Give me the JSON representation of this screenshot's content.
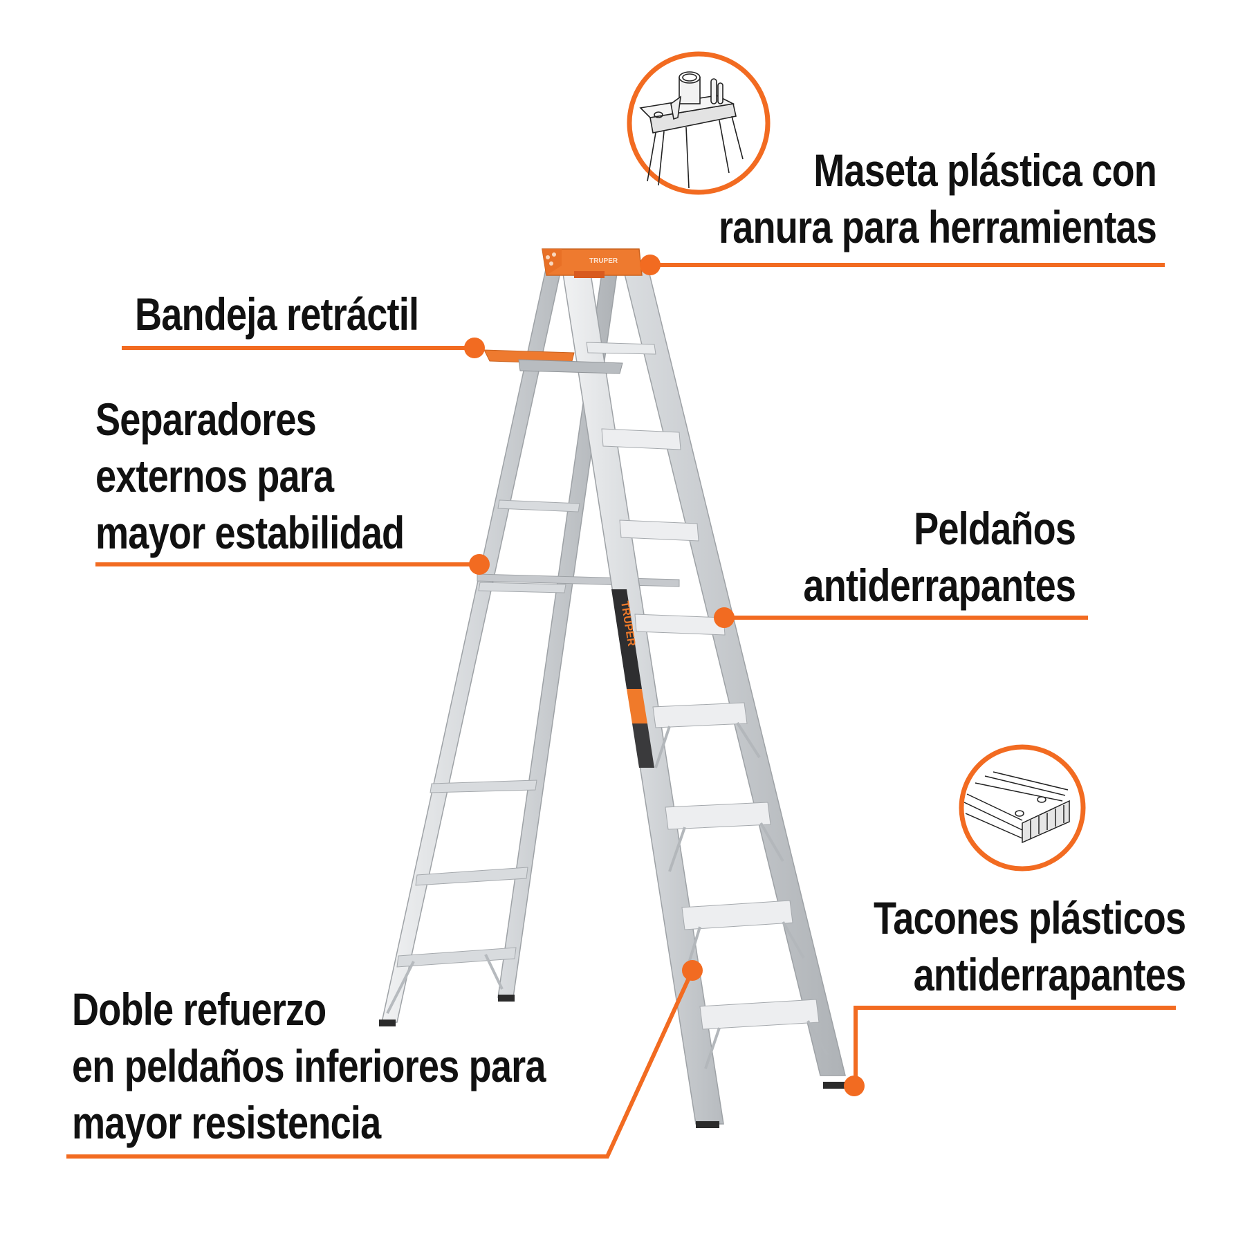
{
  "theme": {
    "accent": "#F26B21",
    "text": "#111111",
    "aluminum_light": "#E4E6E8",
    "aluminum_mid": "#C9CCCF",
    "aluminum_dark": "#A8ACB0",
    "cap_orange": "#EE7A2F"
  },
  "product": {
    "brand_cap": "TRUPER",
    "brand_leg": "TRUPER"
  },
  "callouts": {
    "maseta": {
      "lines": [
        "Maseta plástica con",
        "ranura para herramientas"
      ],
      "icon": "tool-tray-top-icon"
    },
    "bandeja": {
      "lines": [
        "Bandeja retráctil"
      ]
    },
    "separadores": {
      "lines": [
        "Separadores",
        "externos para",
        "mayor estabilidad"
      ]
    },
    "peldanos": {
      "lines": [
        "Peldaños",
        "antiderrapantes"
      ]
    },
    "tacones": {
      "lines": [
        "Tacones plásticos",
        "antiderrapantes"
      ],
      "icon": "rubber-foot-icon"
    },
    "refuerzo": {
      "lines": [
        "Doble refuerzo",
        "en peldaños inferiores para",
        "mayor resistencia"
      ]
    }
  }
}
